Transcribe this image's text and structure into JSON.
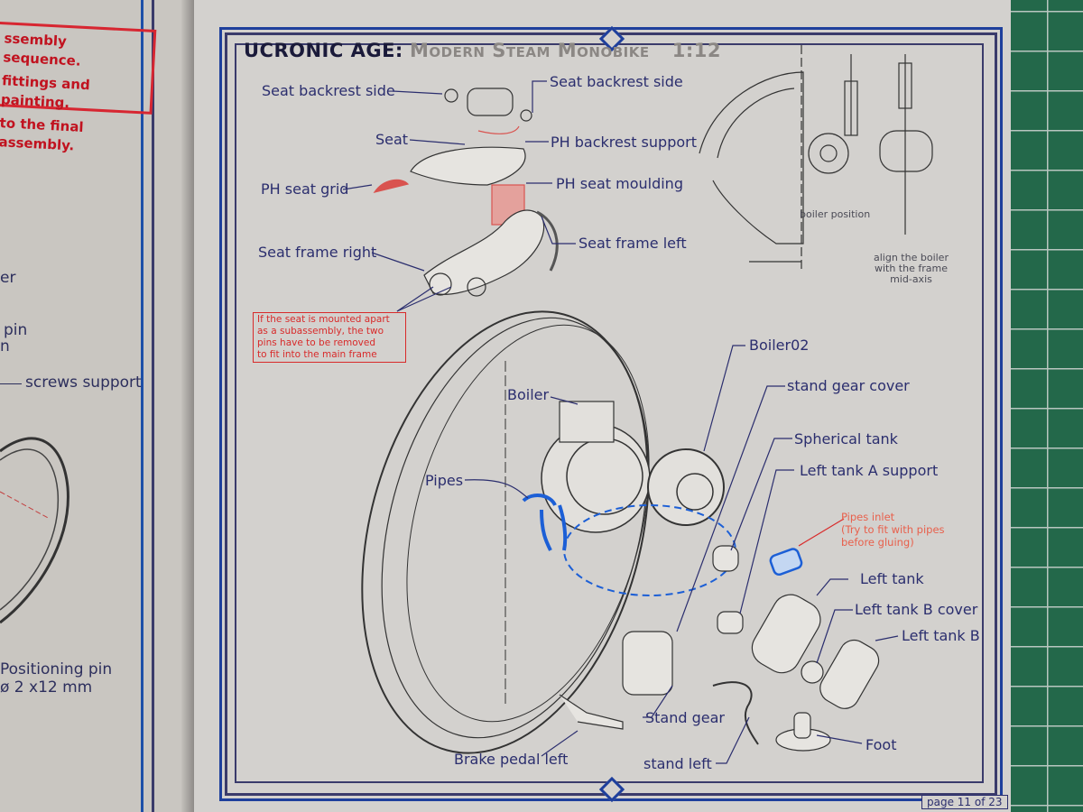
{
  "left_page": {
    "notice": [
      "ssembly sequence.",
      "fittings and painting.",
      "to the final assembly."
    ],
    "fragments": {
      "er": "er",
      "pin": "pin",
      "n": "n",
      "screws_support": "screws support",
      "positioning_pin": "Positioning pin",
      "pin_size": "ø 2 x12 mm"
    }
  },
  "header": {
    "brand": "UCRONIC AGE:",
    "subtitle": "Modern Steam Monobike",
    "scale": "1:12"
  },
  "labels": {
    "seat_backrest_side_left": "Seat backrest side",
    "seat_backrest_side_right": "Seat backrest side",
    "seat": "Seat",
    "ph_backrest_support": "PH backrest support",
    "ph_seat_grid": "PH seat grid",
    "ph_seat_moulding": "PH seat moulding",
    "seat_frame_right": "Seat frame right",
    "seat_frame_left": "Seat frame left",
    "boiler_position": "boiler position",
    "align_boiler": [
      "align the boiler",
      "with the frame",
      "mid-axis"
    ],
    "boiler02": "Boiler02",
    "stand_gear_cover": "stand gear cover",
    "spherical_tank": "Spherical tank",
    "left_tank_a_support": "Left tank A support",
    "boiler": "Boiler",
    "pipes": "Pipes",
    "left_tank": "Left tank",
    "left_tank_b_cover": "Left tank B cover",
    "left_tank_b": "Left tank B",
    "stand_gear": "Stand gear",
    "stand_left": "stand left",
    "brake_pedal_left": "Brake pedal left",
    "foot": "Foot"
  },
  "notes": {
    "seat_subassembly": [
      "If the seat is mounted apart",
      "as a subassembly, the two",
      "pins have to be removed",
      "to fit into the main frame"
    ],
    "pipes_inlet": [
      "Pipes inlet",
      "(Try to fit with pipes",
      "before gluing)"
    ]
  },
  "footer": {
    "page": "page 11 of 23"
  },
  "colors": {
    "label_blue": "#2b2e6e",
    "frame_blue": "#1e3f9c",
    "note_red": "#d82a2a",
    "highlight_blue": "#1c5fd6",
    "mat_green": "#23684a"
  }
}
